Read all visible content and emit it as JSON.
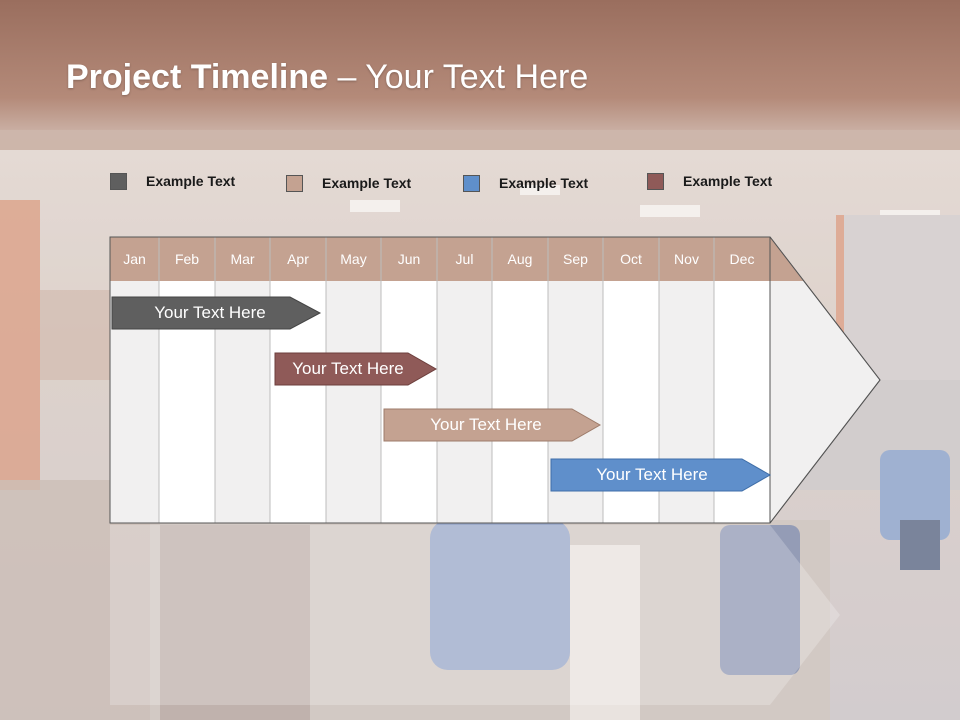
{
  "title": {
    "bold": "Project Timeline",
    "rest": " – Your Text Here"
  },
  "legend": [
    {
      "label": "Example Text",
      "color": "#5f5f5f"
    },
    {
      "label": "Example Text",
      "color": "#c4a291"
    },
    {
      "label": "Example Text",
      "color": "#5f8fcb"
    },
    {
      "label": "Example Text",
      "color": "#8f5a58"
    }
  ],
  "months": [
    "Jan",
    "Feb",
    "Mar",
    "Apr",
    "May",
    "Jun",
    "Jul",
    "Aug",
    "Sep",
    "Oct",
    "Nov",
    "Dec"
  ],
  "tasks": [
    {
      "label": "Your  Text Here",
      "color": "#5f5f5f"
    },
    {
      "label": "Your  Text Here",
      "color": "#8f5a58"
    },
    {
      "label": "Your  Text Here",
      "color": "#c4a291"
    },
    {
      "label": "Your  Text Here",
      "color": "#5f8fcb"
    }
  ],
  "colors": {
    "header": "#c4a291",
    "title_band": "#a97a68"
  }
}
